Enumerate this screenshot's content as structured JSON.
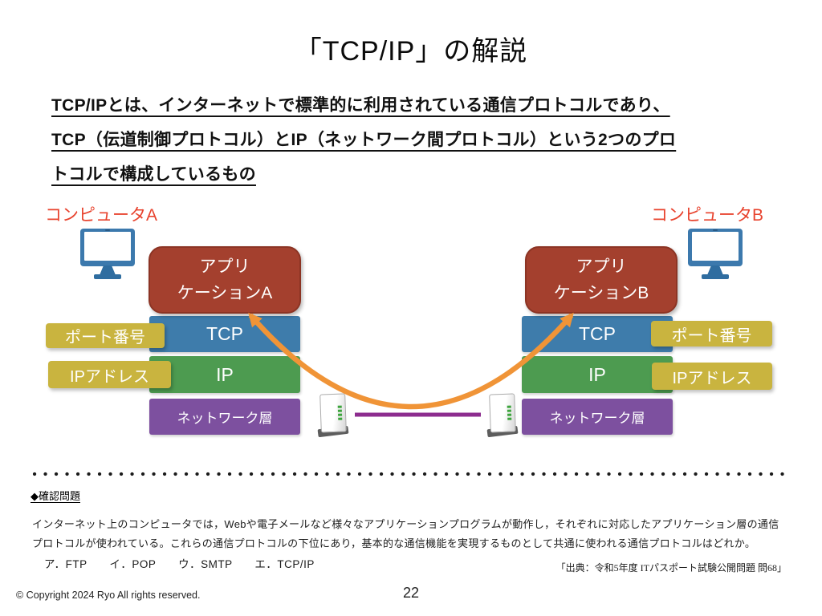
{
  "slide": {
    "title": "「TCP/IP」の解説",
    "page_number": "22",
    "copyright": "© Copyright 2024 Ryo All rights reserved."
  },
  "intro": {
    "lines": [
      "TCP/IPとは、インターネットで標準的に利用されている通信プロトコルであり、",
      "TCP（伝道制御プロトコル）とIP（ネットワーク間プロトコル）という2つのプロ",
      "トコルで構成しているもの"
    ]
  },
  "diagram": {
    "computer_a": {
      "label": "コンピュータA",
      "app_line1": "アプリ",
      "app_line2": "ケーションA",
      "tcp": "TCP",
      "ip": "IP",
      "network": "ネットワーク層",
      "port_tag": "ポート番号",
      "ip_tag": "IPアドレス"
    },
    "computer_b": {
      "label": "コンピュータB",
      "app_line1": "アプリ",
      "app_line2": "ケーションB",
      "tcp": "TCP",
      "ip": "IP",
      "network": "ネットワーク層",
      "port_tag": "ポート番号",
      "ip_tag": "IPアドレス"
    },
    "colors": {
      "heading_red": "#e8432e",
      "app_box_red": "#a4402e",
      "tcp_blue": "#3e7cab",
      "ip_green": "#4d9b50",
      "network_purple": "#7d509f",
      "tag_yellow": "#c9b43f",
      "arrow_orange": "#f09437",
      "link_purple": "#8d2d8f",
      "monitor_blue": "#3c79ad",
      "separator_dot": "#1b1b1b"
    }
  },
  "question": {
    "heading": "◆確認問題",
    "lines": [
      "インターネット上のコンピュータでは，Webや電子メールなど様々なアプリケーションプログラムが動作し，それぞれに対応したアプリケーション層の通信",
      "プロトコルが使われている。これらの通信プロトコルの下位にあり，基本的な通信機能を実現するものとして共通に使われる通信プロトコルはどれか。"
    ],
    "options": "ア．FTP　　イ．POP　　ウ．SMTP　　エ．TCP/IP",
    "source": "「出典：令和5年度  ITパスポート試験公開問題 問68」"
  }
}
